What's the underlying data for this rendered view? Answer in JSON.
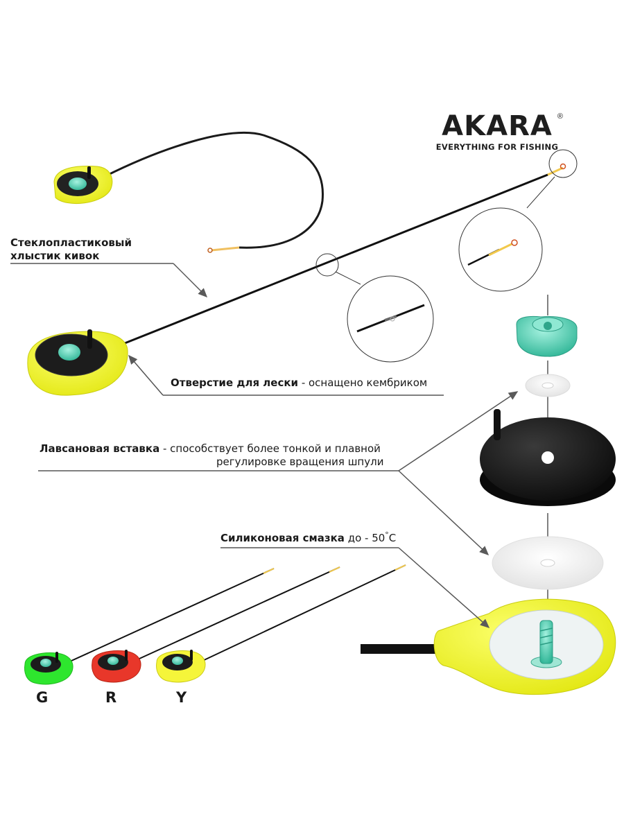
{
  "brand": {
    "name": "AKARA",
    "registered_mark": "®",
    "tagline": "EVERYTHING FOR FISHING"
  },
  "callouts": {
    "tip": {
      "line1": "Стеклопластиковый",
      "line2": "хлыстик кивок"
    },
    "line_hole": {
      "bold": "Отверстие для лески",
      "rest": " - оснащено кембриком"
    },
    "lavsan_insert": {
      "bold": "Лавсановая вставка",
      "rest": " - способствует более тонкой и плавной",
      "line2": "регулировке вращения шпули"
    },
    "silicone_grease": {
      "bold": "Силиконовая смазка",
      "rest": " до - 50",
      "degree": "°",
      "unit": "С"
    }
  },
  "variants": [
    {
      "code": "G",
      "color": "#2ee62e"
    },
    {
      "code": "R",
      "color": "#e8372a"
    },
    {
      "code": "Y",
      "color": "#f5f53a"
    }
  ],
  "colors": {
    "reel_yellow": "#f3f531",
    "spool_black": "#151515",
    "knob_teal": "#5fd3b8",
    "leader_gray": "#555555"
  }
}
